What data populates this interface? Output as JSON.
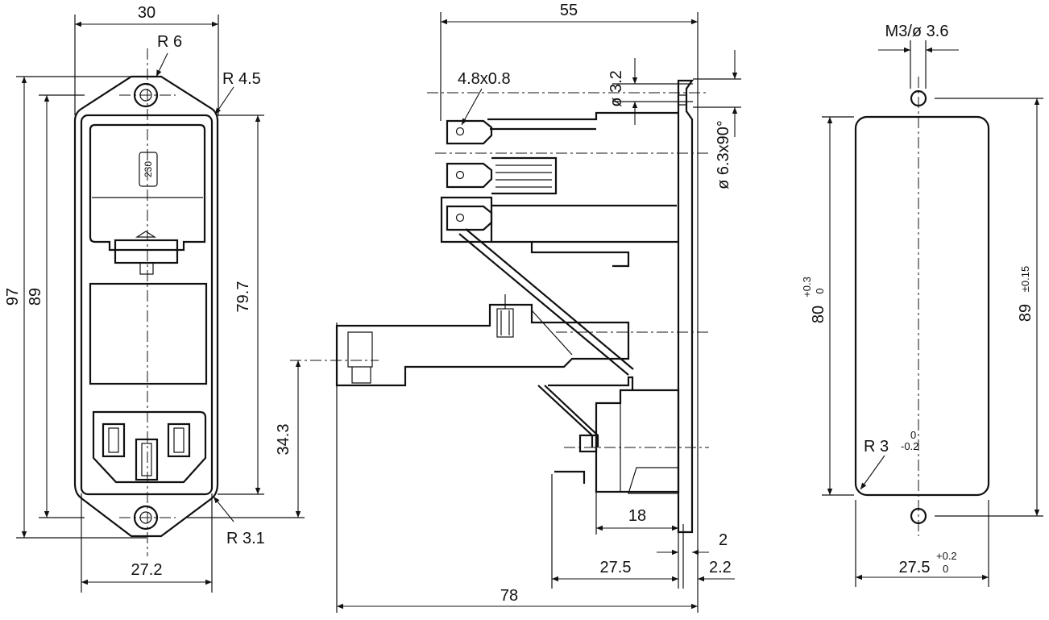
{
  "front_view": {
    "dim_width_top": "30",
    "dim_radius_top": "R 6",
    "dim_radius_corner": "R 4.5",
    "dim_height_overall": "97",
    "dim_hole_spacing": "89",
    "dim_body_height": "79.7",
    "dim_inlet_offset": "34.3",
    "dim_radius_bottom": "R 3.1",
    "dim_width_bottom": "27.2",
    "voltage_label": "230"
  },
  "side_view": {
    "dim_depth_top": "55",
    "dim_tab": "4.8x0.8",
    "dim_hole_dia": "ø 3.2",
    "dim_countersink": "ø 6.3x90°",
    "dim_inlet_depth": "18",
    "dim_flange": "2",
    "dim_panel": "27.5",
    "dim_panel_gap": "2.2",
    "dim_total_depth": "78"
  },
  "cutout_view": {
    "dim_thread": "M3/ø 3.6",
    "dim_height_main": "80",
    "dim_height_main_tol_upper": "+0.3",
    "dim_height_main_tol_lower": "0",
    "dim_height_holes": "89",
    "dim_height_holes_tol": "±0.15",
    "dim_radius": "R 3",
    "dim_radius_tol_upper": "0",
    "dim_radius_tol_lower": "-0.2",
    "dim_width": "27.5",
    "dim_width_tol_upper": "+0.2",
    "dim_width_tol_lower": "0"
  }
}
